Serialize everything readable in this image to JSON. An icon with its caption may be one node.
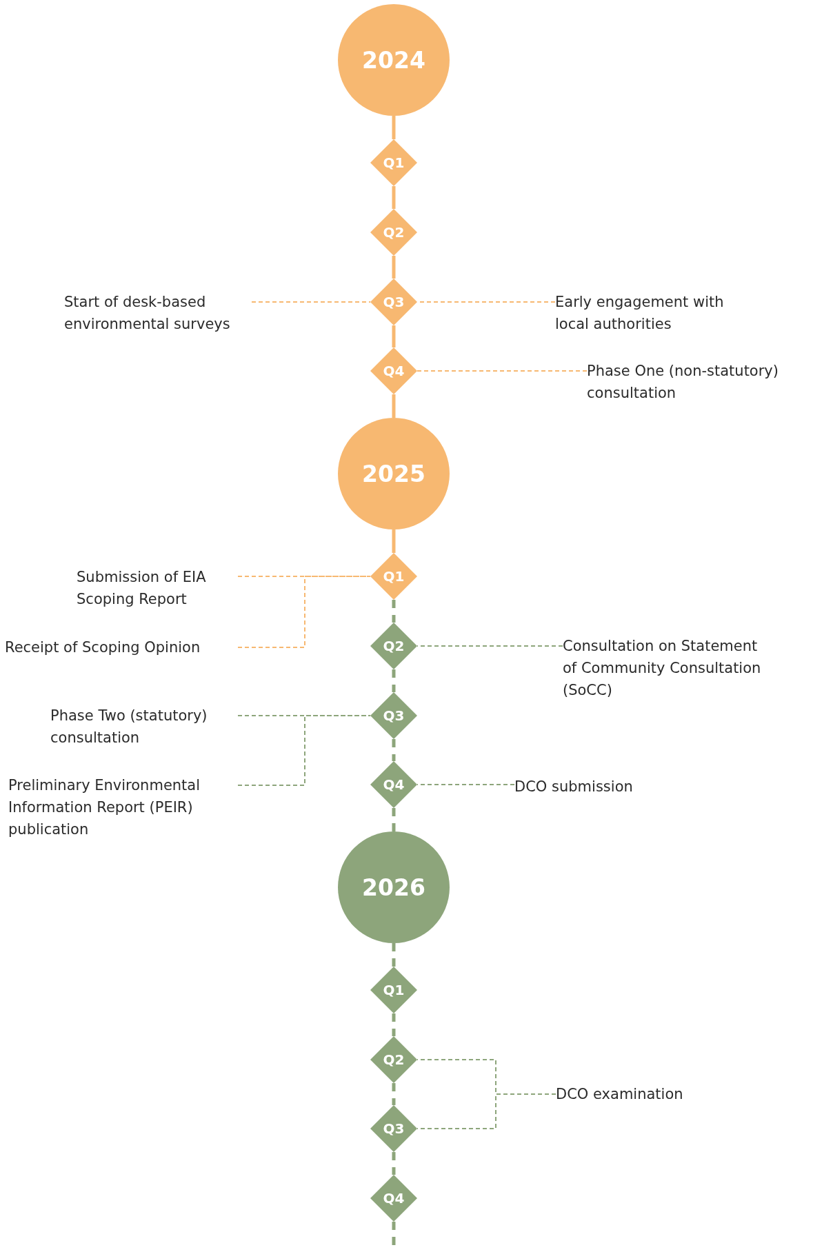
{
  "diagram": {
    "nodes": [
      {
        "text": [
          "2024"
        ]
      },
      {
        "text": [
          "Q1"
        ]
      },
      {
        "text": [
          "Q2"
        ]
      },
      {
        "text": [
          "Q3"
        ]
      },
      {
        "text": [
          "Start of desk-based environmental surveys"
        ]
      },
      {
        "text": [
          "Early engagement with local authorities"
        ]
      },
      {
        "text": [
          "Q4"
        ]
      },
      {
        "text": [
          "Phase One (non-statutory) consultation"
        ]
      },
      {
        "text": [
          "2025"
        ]
      },
      {
        "text": [
          "Q1"
        ]
      },
      {
        "text": [
          "Submission of EIA Scoping Report"
        ]
      },
      {
        "text": [
          "Receipt of Scoping Opinion"
        ]
      },
      {
        "text": [
          "Q2"
        ]
      },
      {
        "text": [
          "Consultation on Statement of Community Consultation (SoCC)"
        ]
      },
      {
        "text": [
          "Q3"
        ]
      },
      {
        "text": [
          "Phase Two (statutory) consultation"
        ]
      },
      {
        "text": [
          "Preliminary Environmental Information Report (PEIR) publication"
        ]
      },
      {
        "text": [
          "Q4"
        ]
      },
      {
        "text": [
          "DCO submission"
        ]
      },
      {
        "text": [
          "2026"
        ]
      },
      {
        "text": [
          "Q1"
        ]
      },
      {
        "text": [
          "Q2"
        ]
      },
      {
        "text": [
          "Q3"
        ]
      },
      {
        "text": [
          "Q4"
        ]
      },
      {
        "text": [
          "DCO examination"
        ]
      }
    ],
    "edges": [
      {
        "from": 0,
        "to": 1,
        "arrow": "none",
        "color": "#f7b871"
      },
      {
        "from": 1,
        "to": 2,
        "arrow": "none",
        "color": "#f7b871"
      },
      {
        "from": 2,
        "to": 3,
        "arrow": "none",
        "color": "#f7b871"
      },
      {
        "from": 4,
        "to": 3,
        "arrow": "none",
        "style": "dashed",
        "color": "#f7b871"
      },
      {
        "from": 5,
        "to": 3,
        "arrow": "none",
        "style": "dashed",
        "color": "#f7b871"
      },
      {
        "from": 3,
        "to": 6,
        "arrow": "none",
        "color": "#f7b871"
      },
      {
        "from": 7,
        "to": 6,
        "arrow": "none",
        "style": "dashed",
        "color": "#f7b871"
      },
      {
        "from": 6,
        "to": 8,
        "arrow": "none",
        "color": "#f7b871"
      },
      {
        "from": 8,
        "to": 9,
        "arrow": "none",
        "color": "#f7b871"
      },
      {
        "from": 10,
        "to": 9,
        "arrow": "none",
        "style": "dashed",
        "color": "#f7b871"
      },
      {
        "from": 11,
        "to": 9,
        "arrow": "none",
        "style": "dashed",
        "color": "#f7b871"
      },
      {
        "from": 9,
        "to": 12,
        "arrow": "none",
        "style": "dashed"
      },
      {
        "from": 13,
        "to": 12,
        "arrow": "none",
        "style": "dashed"
      },
      {
        "from": 12,
        "to": 14,
        "arrow": "none",
        "style": "dashed"
      },
      {
        "from": 15,
        "to": 14,
        "arrow": "none",
        "style": "dashed"
      },
      {
        "from": 16,
        "to": 14,
        "arrow": "none",
        "style": "dashed"
      },
      {
        "from": 14,
        "to": 17,
        "arrow": "none",
        "style": "dashed"
      },
      {
        "from": 18,
        "to": 17,
        "arrow": "none",
        "style": "dashed"
      },
      {
        "from": 17,
        "to": 19,
        "arrow": "none",
        "style": "dashed"
      },
      {
        "from": 19,
        "to": 20,
        "arrow": "none",
        "style": "dashed"
      },
      {
        "from": 20,
        "to": 21,
        "arrow": "none",
        "style": "dashed"
      },
      {
        "from": 21,
        "to": 22,
        "arrow": "none",
        "style": "dashed"
      },
      {
        "from": 24,
        "to": 21,
        "arrow": "none",
        "style": "dashed"
      },
      {
        "from": 24,
        "to": 22,
        "arrow": "none",
        "style": "dashed"
      },
      {
        "from": 22,
        "to": 23,
        "arrow": "none",
        "style": "dashed"
      },
      {
        "from": 23,
        "to": null,
        "arrow": "none",
        "style": "dashed"
      }
    ]
  }
}
